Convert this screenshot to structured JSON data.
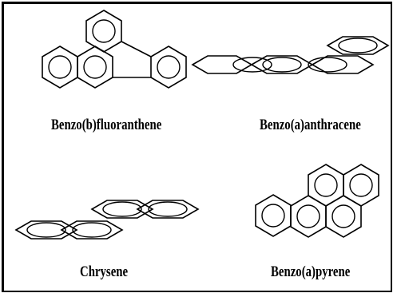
{
  "compounds": [
    {
      "name": "Benzo(b)fluoranthene",
      "structure_icon": "benzo-b-fluoranthene-structure"
    },
    {
      "name": "Benzo(a)anthracene",
      "structure_icon": "benzo-a-anthracene-structure"
    },
    {
      "name": "Chrysene",
      "structure_icon": "chrysene-structure"
    },
    {
      "name": "Benzo(a)pyrene",
      "structure_icon": "benzo-a-pyrene-structure"
    }
  ],
  "colors": {
    "line": "#000000",
    "background": "#ffffff"
  }
}
